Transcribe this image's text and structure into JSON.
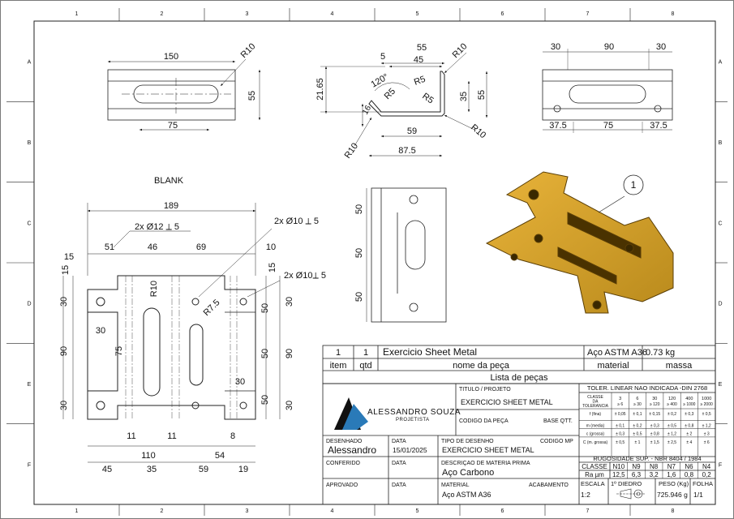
{
  "border": {
    "columns": [
      "1",
      "2",
      "3",
      "4",
      "5",
      "6",
      "7",
      "8"
    ],
    "rows": [
      "A",
      "B",
      "C",
      "D",
      "E",
      "F"
    ]
  },
  "views": {
    "blank_label": "BLANK",
    "top_left": {
      "d150": "150",
      "r10": "R10",
      "d55": "55",
      "d75": "75"
    },
    "profile": {
      "d5": "5",
      "d55": "55",
      "d45": "45",
      "r10a": "R10",
      "r5a": "R5",
      "a120": "120°",
      "r5b": "R5",
      "r5c": "R5",
      "d2165": "21.65",
      "d35": "35",
      "d55v": "55",
      "d16": "16",
      "d59": "59",
      "r10b": "R10",
      "d875": "87.5",
      "r10c": "R10"
    },
    "top_right": {
      "d30": "30",
      "d90": "90",
      "d30b": "30",
      "d375a": "37.5",
      "d75": "75",
      "d375b": "37.5"
    },
    "side": {
      "d50a": "50",
      "d50b": "50",
      "d50c": "50"
    },
    "blank": {
      "d189": "189",
      "hole12": "2x Ø12 ⟂ 5",
      "hole10a": "2x Ø10 ⟂ 5",
      "hole10b": "2x Ø10⟂ 5",
      "d15a": "15",
      "d51": "51",
      "d46": "46",
      "d69": "69",
      "d10": "10",
      "d15b": "15",
      "d15c": "15",
      "r10": "R10",
      "r75": "R7.5",
      "d30l": "30",
      "d30m": "30",
      "d90": "90",
      "d75v": "75",
      "d30lb": "30",
      "d50r1": "50",
      "d50r2": "50",
      "d50r3": "50",
      "d30r": "30",
      "d90r": "90",
      "d30rb": "30",
      "d30c": "30",
      "d11a": "11",
      "d11b": "11",
      "d8": "8",
      "d110": "110",
      "d54": "54",
      "d45": "45",
      "d35": "35",
      "d59": "59",
      "d19": "19"
    },
    "balloon": "1"
  },
  "parts_list": {
    "row": {
      "item": "1",
      "qty": "1",
      "name": "Exercicio Sheet Metal",
      "material": "Aço ASTM A36",
      "mass": "0.73 kg"
    },
    "headers": {
      "item": "item",
      "qty": "qtd",
      "name": "nome da peça",
      "material": "material",
      "mass": "massa"
    },
    "title": "Lista de peças"
  },
  "title_block": {
    "logo_name": "ALESSANDRO SOUZA",
    "logo_sub": "PROJETISTA",
    "titulo_label": "TITULO / PROJETO",
    "titulo_value": "EXERCICIO SHEET METAL",
    "codigo_peca_label": "CODIGO DA PEÇA",
    "base_qtt_label": "BASE QTT.",
    "desenhado_label": "DESENHADO",
    "desenhado_value": "Alessandro",
    "data_label1": "DATA",
    "data_value1": "15/01/2025",
    "tipo_label": "TIPO DE DESENHO",
    "codigo_mp_label": "CODIGO MP",
    "tipo_value": "EXERCICIO SHEET METAL",
    "conferido_label": "CONFERIDO",
    "data_label2": "DATA",
    "descricao_label": "DESCRIÇAO DE MATERIA PRIMA",
    "descricao_value": "Aço Carbono",
    "aprovado_label": "APROVADO",
    "data_label3": "DATA",
    "material_label": "MATERIAL",
    "acabamento_label": "ACABAMENTO",
    "material_value": "Aço ASTM A36",
    "escala_label": "ESCALA",
    "escala_value": "1:2",
    "diedro_label": "1º DIEDRO",
    "peso_label": "PESO (Kg)",
    "peso_value": "725.946 g",
    "folha_label": "FOLHA",
    "folha_value": "1/1"
  },
  "tolerance": {
    "title": "TOLER. LINEAR NAO INDICADA -DIN 2768",
    "classe_label": "CLASSE DA TOLERANCIA",
    "ranges": [
      [
        "3",
        "≥ 6"
      ],
      [
        "6",
        "≥ 30"
      ],
      [
        "30",
        "≥ 120"
      ],
      [
        "120",
        "≥ 400"
      ],
      [
        "400",
        "≥ 1000"
      ],
      [
        "1000",
        "≥ 2000"
      ]
    ],
    "rows": [
      {
        "name": "f (fina)",
        "values": [
          "± 0,05",
          "± 0,1",
          "± 0,15",
          "± 0,2",
          "± 0,3",
          "± 0,5"
        ]
      },
      {
        "name": "m (media)",
        "values": [
          "± 0,1",
          "± 0,2",
          "± 0,3",
          "± 0,5",
          "± 0,8",
          "± 1,2"
        ]
      },
      {
        "name": "c (grossa)",
        "values": [
          "± 0,3",
          "± 0,5",
          "± 0,8",
          "± 1,2",
          "± 2",
          "± 3"
        ]
      },
      {
        "name": "C (m. grossa)",
        "values": [
          "± 0,5",
          "± 1",
          "± 1,5",
          "± 2,5",
          "± 4",
          "± 6"
        ]
      }
    ]
  },
  "roughness": {
    "title": "RUGOSIDADE SUP. - NBR 8404 / 1984",
    "classe_label": "CLASSE",
    "ra_label": "Ra µm",
    "classes": [
      "N10",
      "N9",
      "N8",
      "N7",
      "N6",
      "N4"
    ],
    "values": [
      "12,5",
      "6,3",
      "3,2",
      "1,6",
      "0,8",
      "0,2"
    ]
  }
}
